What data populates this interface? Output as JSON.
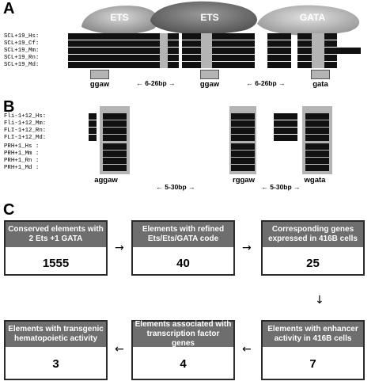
{
  "panels": {
    "a": "A",
    "b": "B",
    "c": "C"
  },
  "panel_a": {
    "proteins": [
      "ETS",
      "ETS",
      "GATA"
    ],
    "sequences": [
      "SCL+19_Hs:",
      "SCL+19_Cf:",
      "SCL+19_Mm:",
      "SCL+19_Rn:",
      "SCL+19_Md:"
    ],
    "motifs": [
      "ggaw",
      "ggaw",
      "gata"
    ],
    "spacings": [
      "6-26bp",
      "6-26bp"
    ]
  },
  "panel_b": {
    "sequences": [
      "Fli-1+12_Hs:",
      "Fli-1+12_Mm:",
      "FLI-1+12_Rn:",
      "FLI-1+12_Md:",
      "PRH+1_Hs :",
      "PRH+1_Mm :",
      "PRH+1_Rn :",
      "PRH+1_Md :"
    ],
    "motifs": [
      "aggaw",
      "rggaw",
      "wgata"
    ],
    "spacings": [
      "5-30bp",
      "5-30bp"
    ]
  },
  "flow": {
    "boxes": [
      {
        "title": "Conserved elements with 2 Ets +1 GATA",
        "value": "1555"
      },
      {
        "title": "Elements with refined Ets/Ets/GATA code",
        "value": "40"
      },
      {
        "title": "Corresponding genes expressed in 416B cells",
        "value": "25"
      },
      {
        "title": "Elements with enhancer activity in 416B cells",
        "value": "7"
      },
      {
        "title": "Elements associated with transcription factor genes",
        "value": "4"
      },
      {
        "title": "Elements with transgenic hematopoietic activity",
        "value": "3"
      }
    ]
  }
}
